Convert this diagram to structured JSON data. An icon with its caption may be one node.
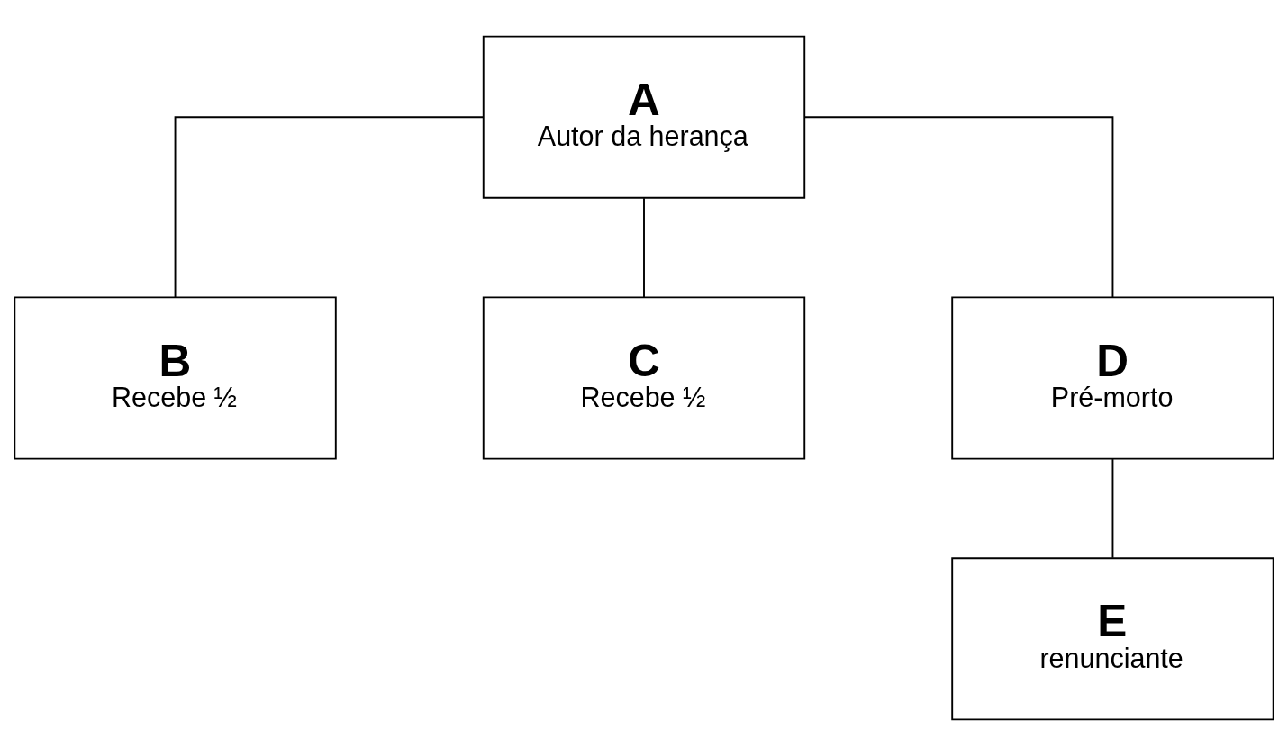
{
  "diagram": {
    "nodes": [
      {
        "text": [
          "A",
          "Autor da herança"
        ]
      },
      {
        "text": [
          "B",
          "Recebe ½"
        ]
      },
      {
        "text": [
          "C",
          "Recebe ½"
        ]
      },
      {
        "text": [
          "D",
          "Pré-morto"
        ]
      },
      {
        "text": [
          "E",
          "renunciante"
        ]
      }
    ],
    "edges": [
      {
        "from": 0,
        "to": 1,
        "arrow": "none"
      },
      {
        "from": 0,
        "to": 2,
        "arrow": "none"
      },
      {
        "from": 0,
        "to": 3,
        "arrow": "none"
      },
      {
        "from": 3,
        "to": 4,
        "arrow": "none"
      }
    ]
  }
}
